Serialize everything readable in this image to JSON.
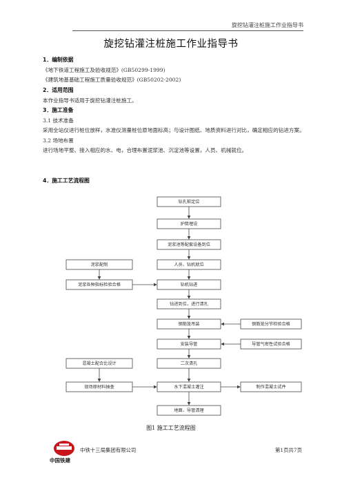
{
  "header": {
    "running_title": "旋挖钻灌注桩施工作业指导书"
  },
  "title": "旋挖钻灌注桩施工作业指导书",
  "sections": {
    "s1": {
      "heading": "1．编制依据",
      "lines": [
        "《地下铁道工程施工及验收规范》(GB50299-1999)",
        "《建筑地基基础工程施工质量验收规范》(GB50202-2002)"
      ]
    },
    "s2": {
      "heading": "2．适用范围",
      "lines": [
        "本作业指导书适用于旋挖钻灌注桩施工。"
      ]
    },
    "s3": {
      "heading": "3．施工准备",
      "sub1": "3.1 技术准备",
      "sub1_text": "采用全站仪进行桩位放样，水准仪测量桩位原地面标高；与设计图纸、地质资料进行对比，确定相应的钻进方案。",
      "sub2": "3.2 场地布置",
      "sub2_text": "进行场地平整、接入相应的水、电，合理布置泥浆池、沉淀池等设置，人员、机械就位。"
    },
    "s4": {
      "heading": "4．施工工艺流程图"
    }
  },
  "flowchart": {
    "main": [
      "钻孔桩定位",
      "护筒埋设",
      "泥浆池等配套设备到位",
      "人员、钻机就位",
      "钻机钻进",
      "钻进到位，进行清孔",
      "钢筋笼吊装",
      "安装导管",
      "二次清孔",
      "水下混凝土灌注",
      "地面、导管清理"
    ],
    "left": [
      "泥浆配制",
      "泥浆各种指标检验合格",
      "混凝土配合比设计",
      "现场原材料抽查"
    ],
    "right": [
      "钢筋笼分节检验合格",
      "导管气密性试验合格",
      "制作混凝土试件"
    ]
  },
  "caption": "图1  施工工艺流程图",
  "footer": {
    "company": "中铁十三局集团有限公司",
    "page": "第1页共7页",
    "logo_text": "中国铁建"
  }
}
